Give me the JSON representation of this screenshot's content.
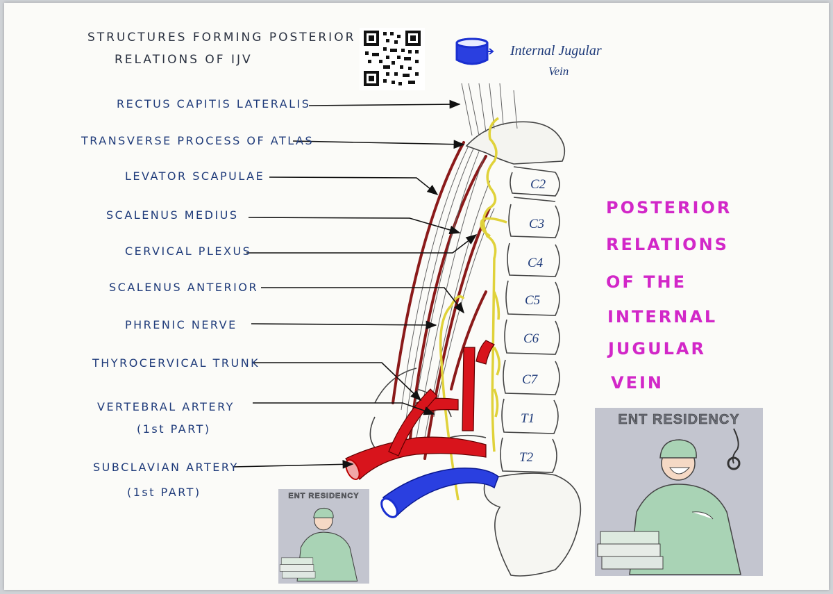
{
  "header": {
    "title_line1": "STRUCTURES FORMING POSTERIOR",
    "title_line2": "RELATIONS OF IJV"
  },
  "legend": {
    "line1": "Internal Jugular",
    "line2": "Vein",
    "icon": "blue-vein-cylinder-icon",
    "color": "#1a2fd0"
  },
  "labels": [
    {
      "id": "rectus",
      "text": "RECTUS CAPITIS LATERALIS"
    },
    {
      "id": "atlas",
      "text": "TRANSVERSE PROCESS OF ATLAS"
    },
    {
      "id": "levator",
      "text": "LEVATOR SCAPULAE"
    },
    {
      "id": "medius",
      "text": "SCALENUS MEDIUS"
    },
    {
      "id": "plexus",
      "text": "CERVICAL PLEXUS"
    },
    {
      "id": "anterior",
      "text": "SCALENUS ANTERIOR"
    },
    {
      "id": "phrenic",
      "text": "PHRENIC NERVE"
    },
    {
      "id": "thyro",
      "text": "THYROCERVICAL TRUNK"
    },
    {
      "id": "vertebral",
      "text": "VERTEBRAL ARTERY",
      "sub": "(1st PART)"
    },
    {
      "id": "subclavian",
      "text": "SUBCLAVIAN ARTERY",
      "sub": "(1st PART)"
    }
  ],
  "vertebrae": [
    "C2",
    "C3",
    "C4",
    "C5",
    "C6",
    "C7",
    "T1",
    "T2"
  ],
  "side_title": [
    "POSTERIOR",
    "RELATIONS",
    "OF THE",
    "INTERNAL",
    "JUGULAR",
    "VEIN"
  ],
  "logo": {
    "text": "ENT RESIDENCY"
  },
  "colors": {
    "label_ink": "#1f3b7a",
    "side_title": "#d227c8",
    "artery": "#d8141c",
    "vein": "#1a2fd0",
    "nerve": "#e0d23a",
    "muscle": "#8b1a1a"
  }
}
